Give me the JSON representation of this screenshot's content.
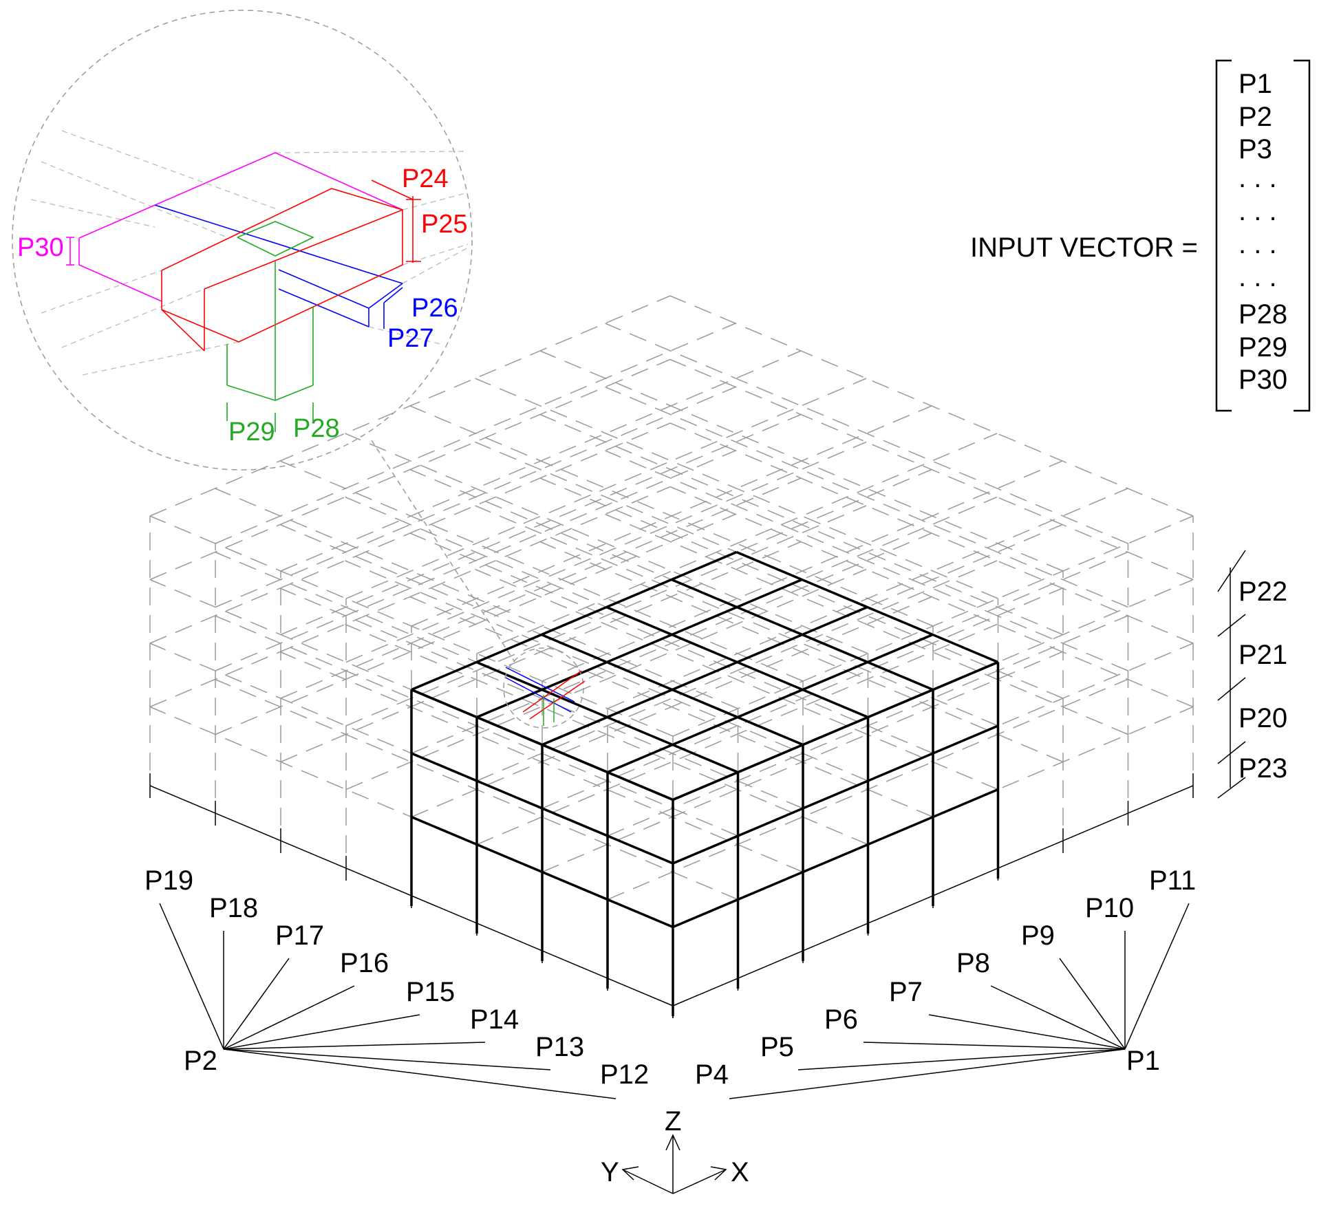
{
  "input_vector": {
    "label": "INPUT VECTOR =",
    "entries": [
      "P1",
      "P2",
      "P3",
      ". . .",
      ". . .",
      ". . .",
      ". . .",
      "P28",
      "P29",
      "P30"
    ]
  },
  "dimensions": {
    "x_axis_points": [
      "P4",
      "P5",
      "P6",
      "P7",
      "P8",
      "P9",
      "P10",
      "P11"
    ],
    "y_axis_points": [
      "P12",
      "P13",
      "P14",
      "P15",
      "P16",
      "P17",
      "P18",
      "P19"
    ],
    "x_group": "P1",
    "y_group": "P2",
    "storeys": [
      "P22",
      "P21",
      "P20",
      "P23"
    ]
  },
  "detail": {
    "beam_x": [
      "P24",
      "P25"
    ],
    "beam_y": [
      "P26",
      "P27"
    ],
    "column": [
      "P29",
      "P28"
    ],
    "slab": "P30"
  },
  "axes": {
    "z": "Z",
    "y": "Y",
    "x": "X"
  },
  "colors": {
    "structure": "#000000",
    "envelope": "#9a9a9a",
    "beam_x": "#ff0000",
    "beam_y": "#0000ff",
    "column": "#22aa22",
    "slab": "#ff00ff"
  }
}
